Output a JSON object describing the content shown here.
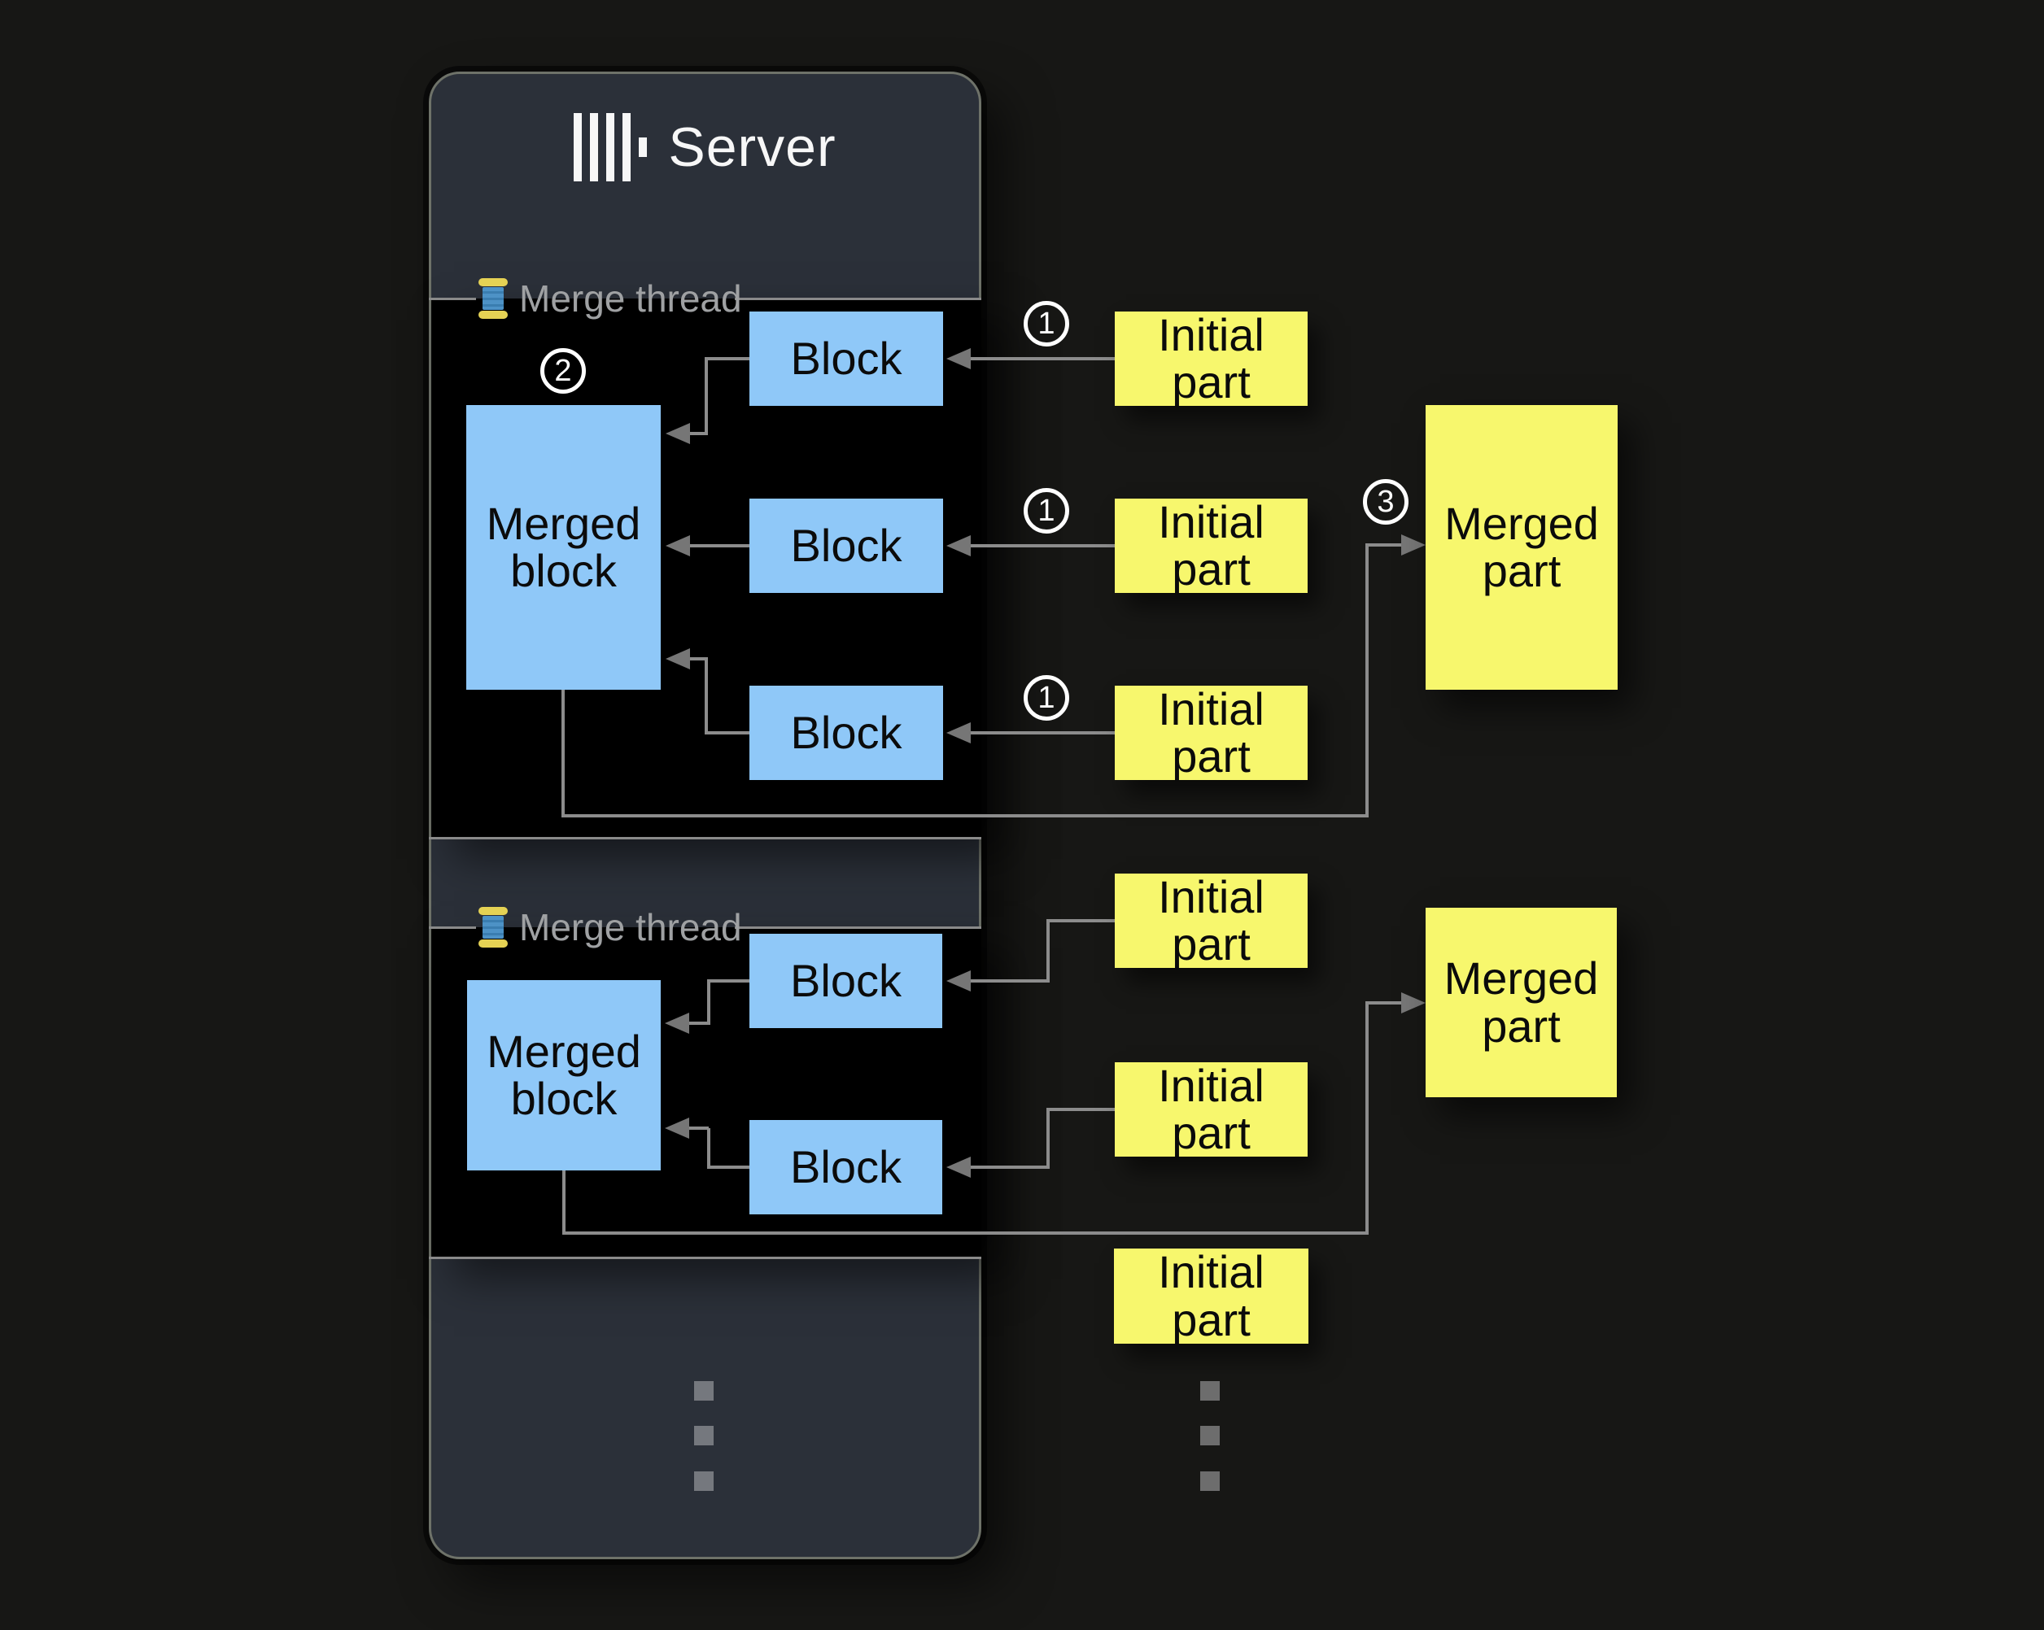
{
  "server": {
    "title": "Server",
    "logo": "clickhouse-bars-icon",
    "threads": [
      {
        "label": "Merge thread",
        "icon": "thread-spool-icon",
        "merged_block": "Merged block",
        "blocks": [
          "Block",
          "Block",
          "Block"
        ]
      },
      {
        "label": "Merge thread",
        "icon": "thread-spool-icon",
        "merged_block": "Merged block",
        "blocks": [
          "Block",
          "Block"
        ]
      }
    ]
  },
  "parts": {
    "initial": [
      "Initial part",
      "Initial part",
      "Initial part",
      "Initial part",
      "Initial part",
      "Initial part"
    ],
    "merged": [
      "Merged part",
      "Merged part"
    ]
  },
  "steps": {
    "one": "1",
    "two": "2",
    "three": "3"
  },
  "colors": {
    "block_fill": "#8FC8F8",
    "part_fill": "#F7F76D",
    "server_bg": "#2B3039",
    "thread_bg": "#000000",
    "line": "#8C8C8C",
    "label_text": "#9FA1A3"
  }
}
